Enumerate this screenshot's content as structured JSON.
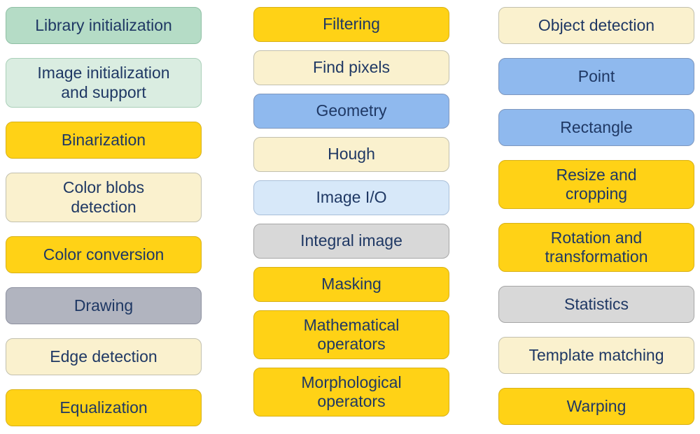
{
  "text_color": "#1F3864",
  "colors": {
    "green": {
      "fill": "#B5DCC6",
      "border": "#8FBFA4"
    },
    "lightgreen": {
      "fill": "#DAEDE1",
      "border": "#A9CFB8"
    },
    "gold": {
      "fill": "#FFD216",
      "border": "#D8B117"
    },
    "cream": {
      "fill": "#FAF1CE",
      "border": "#C2C0AE"
    },
    "blue": {
      "fill": "#8FB9EE",
      "border": "#7E97BE"
    },
    "lightblue": {
      "fill": "#D7E8F9",
      "border": "#A9BFD9"
    },
    "bluegray": {
      "fill": "#B1B4BF",
      "border": "#8C909F"
    },
    "lightgray": {
      "fill": "#D8D8D8",
      "border": "#A6A6A6"
    }
  },
  "columns": [
    {
      "name": "left",
      "items": [
        {
          "label": "Library initialization",
          "color": "green",
          "lines": 1
        },
        {
          "label": "Image initialization\nand support",
          "color": "lightgreen",
          "lines": 2
        },
        {
          "label": "Binarization",
          "color": "gold",
          "lines": 1
        },
        {
          "label": "Color blobs\ndetection",
          "color": "cream",
          "lines": 2
        },
        {
          "label": "Color conversion",
          "color": "gold",
          "lines": 1
        },
        {
          "label": "Drawing",
          "color": "bluegray",
          "lines": 1
        },
        {
          "label": "Edge detection",
          "color": "cream",
          "lines": 1
        },
        {
          "label": "Equalization",
          "color": "gold",
          "lines": 1
        }
      ]
    },
    {
      "name": "middle",
      "items": [
        {
          "label": "Filtering",
          "color": "gold",
          "lines": 1
        },
        {
          "label": "Find pixels",
          "color": "cream",
          "lines": 1
        },
        {
          "label": "Geometry",
          "color": "blue",
          "lines": 1
        },
        {
          "label": "Hough",
          "color": "cream",
          "lines": 1
        },
        {
          "label": "Image I/O",
          "color": "lightblue",
          "lines": 1
        },
        {
          "label": "Integral image",
          "color": "lightgray",
          "lines": 1
        },
        {
          "label": "Masking",
          "color": "gold",
          "lines": 1
        },
        {
          "label": "Mathematical\noperators",
          "color": "gold",
          "lines": 2
        },
        {
          "label": "Morphological\noperators",
          "color": "gold",
          "lines": 2
        }
      ]
    },
    {
      "name": "right",
      "items": [
        {
          "label": "Object detection",
          "color": "cream",
          "lines": 1
        },
        {
          "label": "Point",
          "color": "blue",
          "lines": 1
        },
        {
          "label": "Rectangle",
          "color": "blue",
          "lines": 1
        },
        {
          "label": "Resize and\ncropping",
          "color": "gold",
          "lines": 2
        },
        {
          "label": "Rotation and\ntransformation",
          "color": "gold",
          "lines": 2
        },
        {
          "label": "Statistics",
          "color": "lightgray",
          "lines": 1
        },
        {
          "label": "Template matching",
          "color": "cream",
          "lines": 1
        },
        {
          "label": "Warping",
          "color": "gold",
          "lines": 1
        }
      ]
    }
  ]
}
